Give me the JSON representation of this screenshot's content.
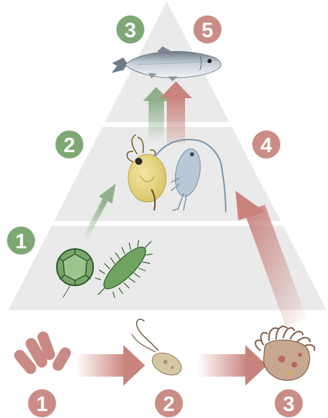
{
  "colors": {
    "pyramid": "#eaeaea",
    "band_gap": "#ffffff",
    "green_badge": "#7da874",
    "red_badge": "#c98d86",
    "green_arrow": "#8fb08a",
    "red_arrow": "#c9837d"
  },
  "badges": {
    "green_top": "3",
    "red_top": "5",
    "green_middle": "2",
    "red_middle": "4",
    "green_bottom": "1",
    "red_bottom_left": "1",
    "red_bottom_middle": "2",
    "red_bottom_right": "3"
  },
  "icons": [
    "fish-icon",
    "daphnia-icon",
    "copepod-icon",
    "algae-cell-icon",
    "spiky-algae-icon",
    "bacteria-icon",
    "flagellate-icon",
    "ciliate-icon"
  ]
}
